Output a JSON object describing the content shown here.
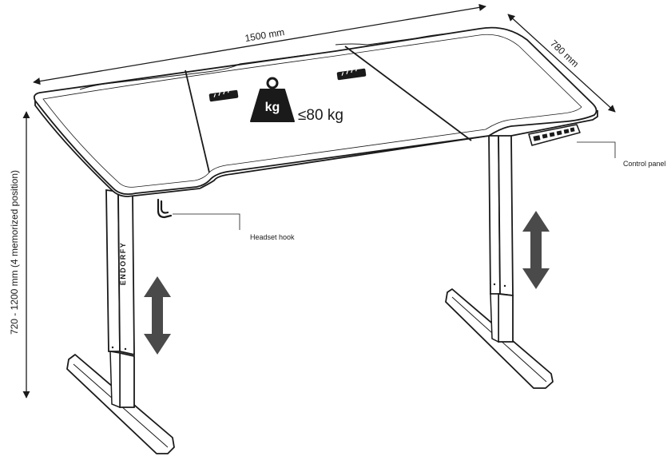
{
  "dimensions": {
    "width": "1500 mm",
    "depth": "780 mm",
    "height": "720 - 1200 mm (4 memorized position)"
  },
  "load": {
    "badge": "kg",
    "max_load": "≤80 kg",
    "icon": "weight-icon"
  },
  "callouts": {
    "control_panel": "Control panel",
    "headset_hook": "Headset hook"
  },
  "brand": {
    "leg_logo": "ENDORFY"
  },
  "colors": {
    "outline": "#1a1a1a",
    "arrow": "#4a4a4a",
    "surface": "#ffffff"
  }
}
